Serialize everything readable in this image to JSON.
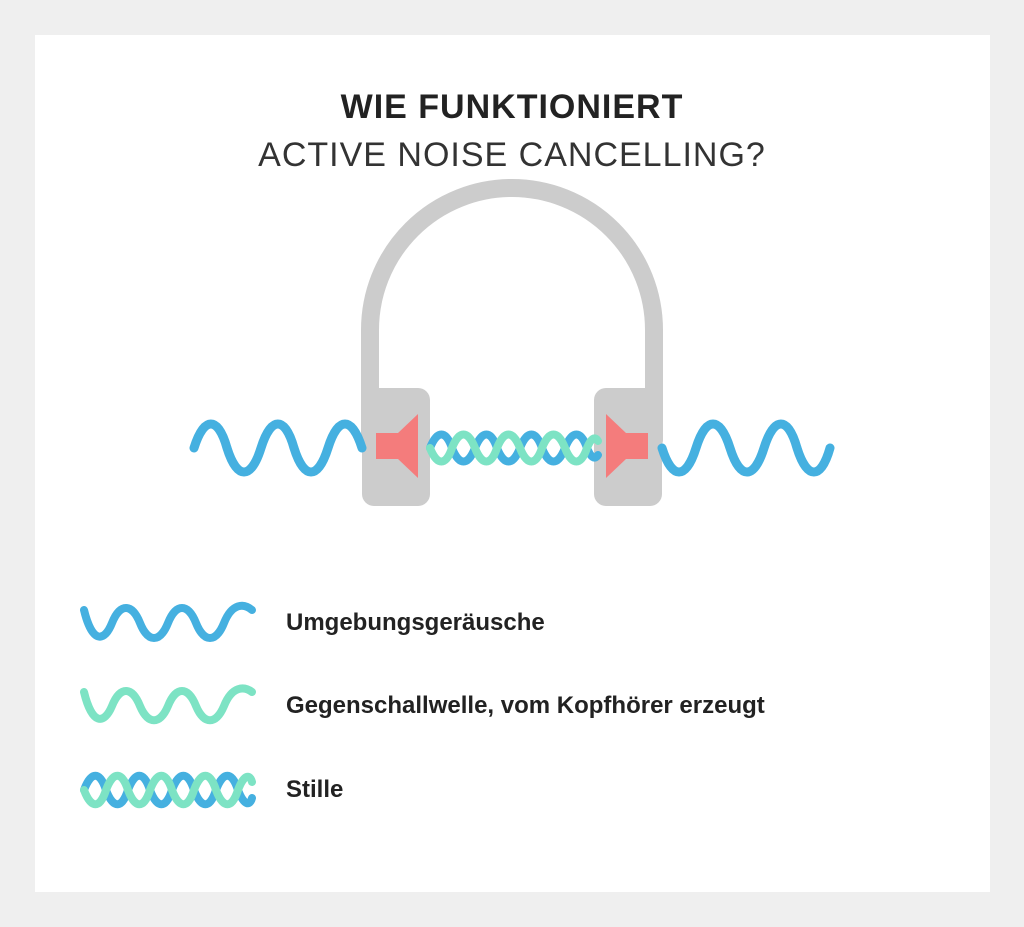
{
  "title": {
    "line1": "WIE FUNKTIONIERT",
    "line2": "ACTIVE NOISE CANCELLING?"
  },
  "colors": {
    "background": "#efefef",
    "card": "#ffffff",
    "ambient_wave": "#45b0e0",
    "counter_wave": "#7de3c4",
    "headphone": "#cccccc",
    "speaker": "#f47c7c"
  },
  "legend": [
    {
      "label": "Umgebungsgeräusche",
      "wave": "ambient"
    },
    {
      "label": "Gegenschallwelle, vom Kopfhörer erzeugt",
      "wave": "counter"
    },
    {
      "label": "Stille",
      "wave": "both"
    }
  ]
}
